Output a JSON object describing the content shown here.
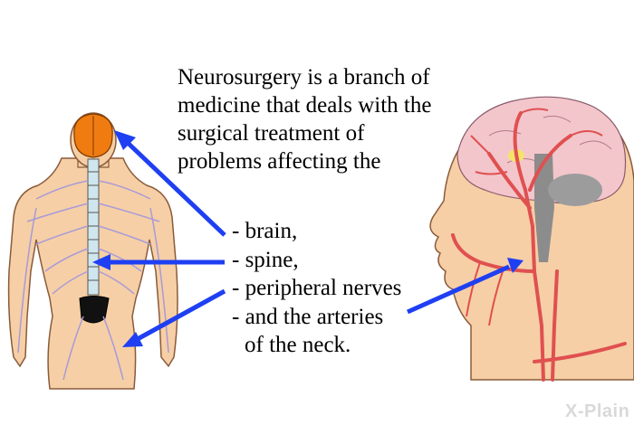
{
  "intro_lines": [
    "Neurosurgery is a branch of",
    "medicine that deals with the",
    "surgical treatment of",
    "problems affecting the"
  ],
  "list_items": [
    "- brain,",
    "- spine,",
    "- peripheral nerves",
    "- and the arteries",
    "of the neck."
  ],
  "logo": "X-Plain",
  "colors": {
    "arrow": "#1f3ff2",
    "brain_orange": "#f07b10",
    "skin": "#f6cfa6",
    "nerves": "#a89ad8",
    "artery": "#e05050",
    "brain_pink": "#f3c6cc",
    "brainstem_gray": "#8c8c8c"
  }
}
